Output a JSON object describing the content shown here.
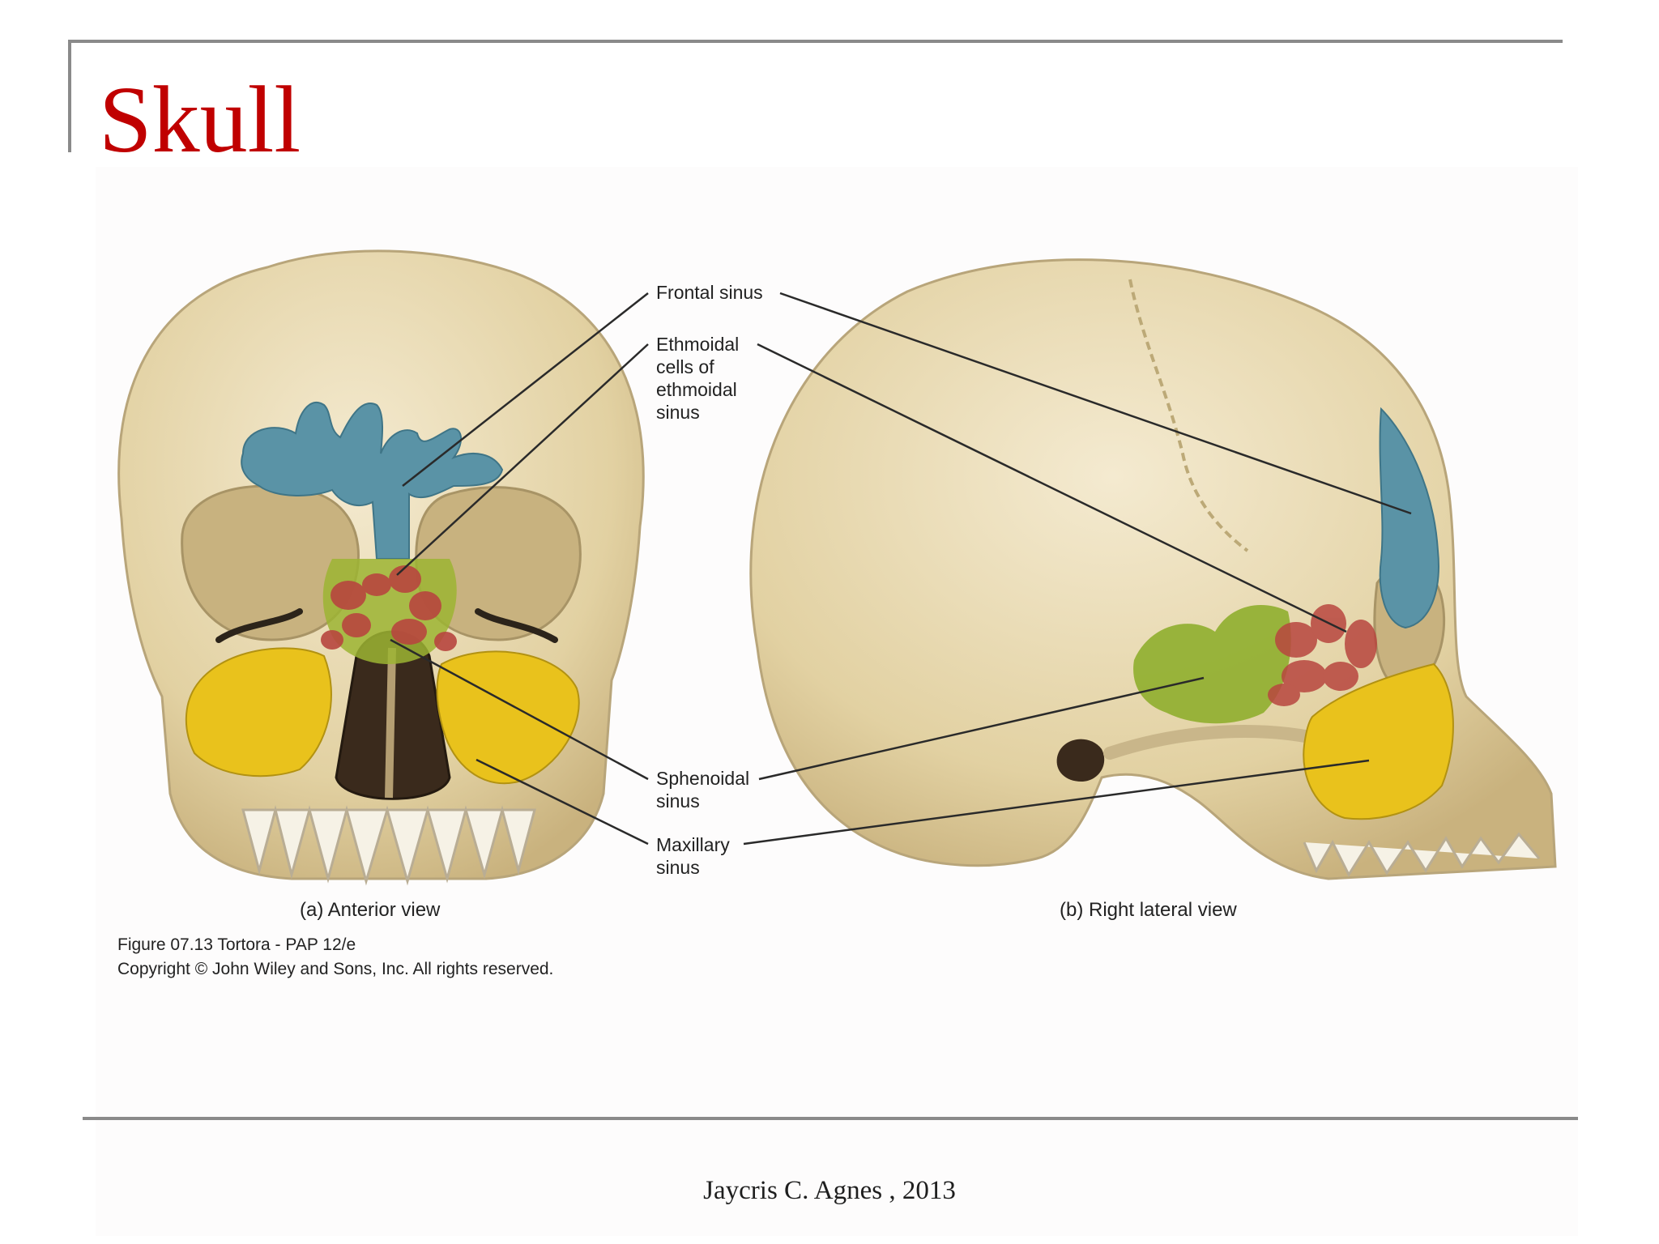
{
  "slide": {
    "title": "Skull"
  },
  "figure": {
    "labels": {
      "frontal": "Frontal sinus",
      "ethmoidal": [
        "Ethmoidal",
        "cells of",
        "ethmoidal",
        "sinus"
      ],
      "sphenoidal": [
        "Sphenoidal",
        "sinus"
      ],
      "maxillary": [
        "Maxillary",
        "sinus"
      ]
    },
    "views": {
      "anterior": "(a) Anterior view",
      "lateral": "(b) Right lateral view"
    },
    "credit": {
      "line1": "Figure 07.13  Tortora - PAP 12/e",
      "line2": "Copyright © John Wiley and Sons, Inc. All rights reserved."
    },
    "colors": {
      "bone": "#e8d9b0",
      "bone_shade": "#c9b68a",
      "frontal_sinus": "#5a93a6",
      "ethmoidal": "#b8463f",
      "sphenoidal": "#8fae2e",
      "maxillary": "#e9c21c",
      "leader_line": "#2a2a2a"
    }
  },
  "footer": {
    "text": "Jaycris C. Agnes , 2013"
  }
}
